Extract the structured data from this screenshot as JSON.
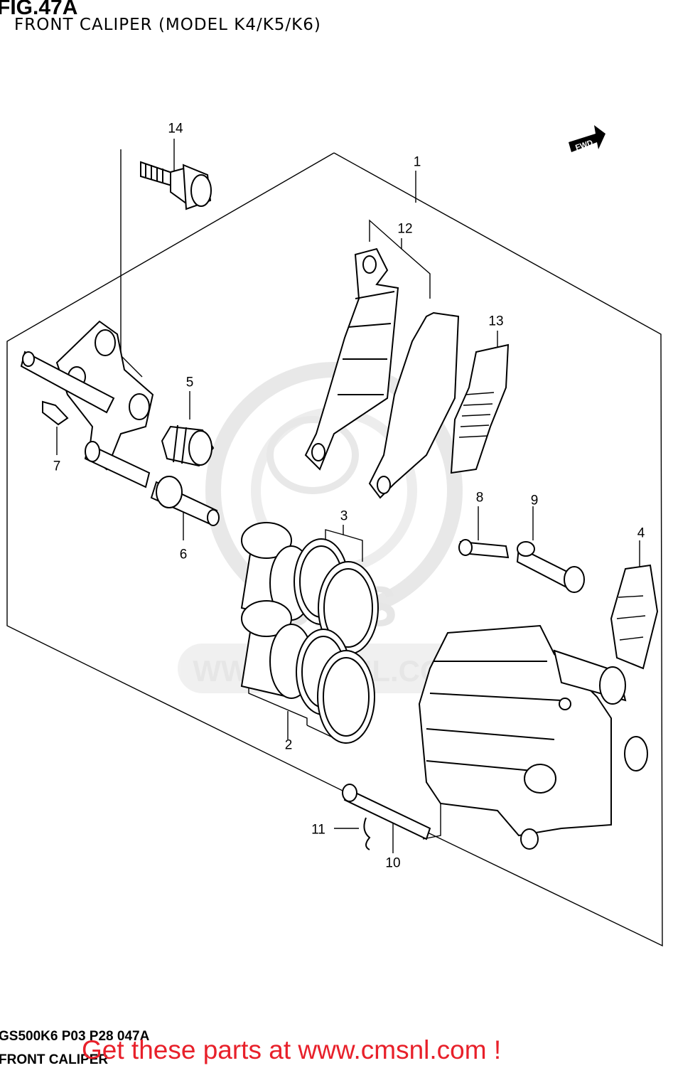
{
  "figure": {
    "title": "FIG.47A",
    "subtitle": "FRONT CALIPER (MODEL K4/K5/K6)"
  },
  "fwd_badge": "FWD",
  "callouts": [
    "1",
    "2",
    "3",
    "4",
    "5",
    "6",
    "7",
    "8",
    "9",
    "10",
    "11",
    "12",
    "13",
    "14"
  ],
  "watermark": {
    "brand": "CMS",
    "url": "WWW.CMSNL.COM"
  },
  "footer": {
    "code": "GS500K6 P03 P28 047A",
    "name": "FRONT CALIPER",
    "cta": "Get these parts at www.cmsnl.com !"
  }
}
